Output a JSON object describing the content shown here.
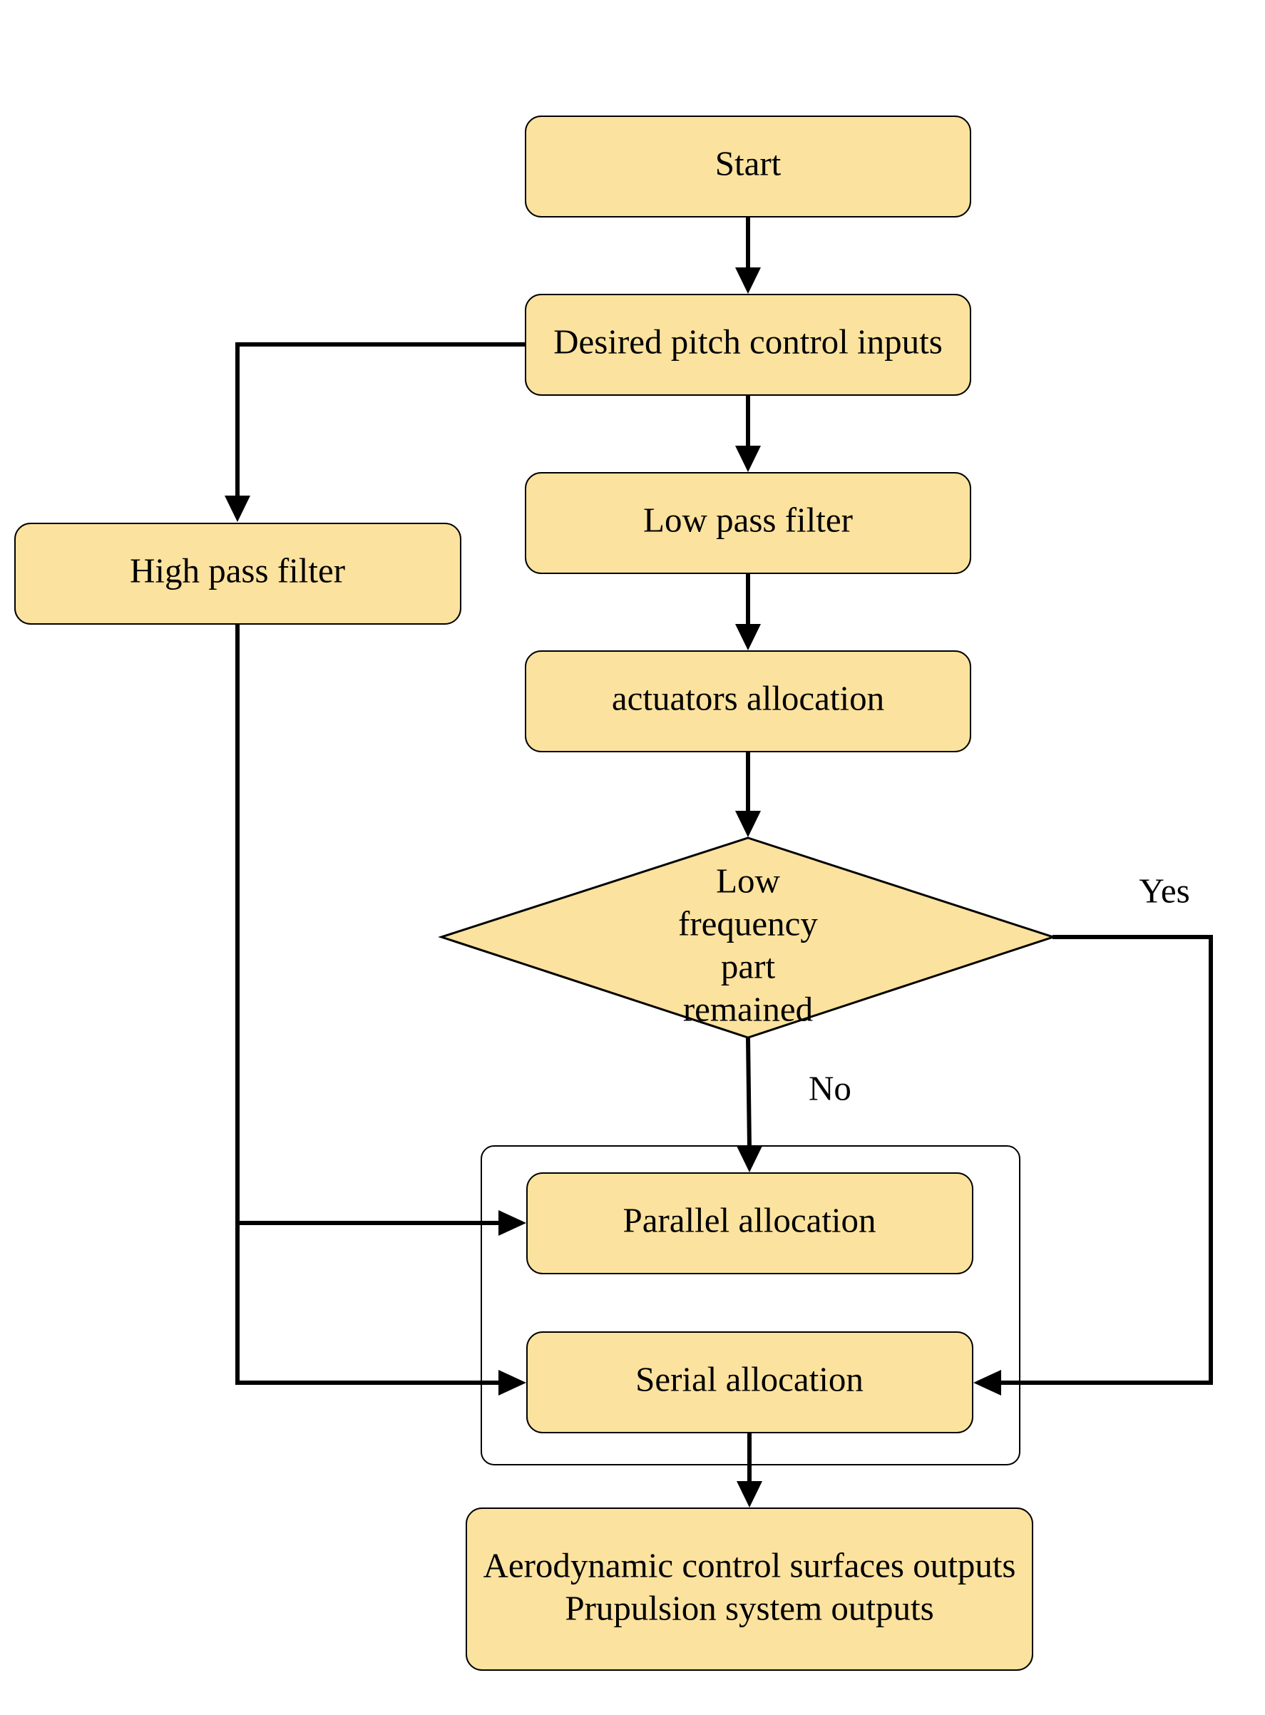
{
  "colors": {
    "node_fill": "#fbe29e",
    "line": "#000000",
    "background": "#ffffff"
  },
  "nodes": {
    "start": "Start",
    "desired_inputs": "Desired pitch control inputs",
    "low_pass": "Low pass filter",
    "high_pass": "High pass filter",
    "actuators": "actuators allocation",
    "decision": [
      "Low",
      "frequency",
      "part",
      "remained"
    ],
    "parallel": "Parallel allocation",
    "serial": "Serial allocation",
    "outputs": [
      "Aerodynamic control surfaces outputs",
      "Prupulsion system outputs"
    ]
  },
  "edge_labels": {
    "yes": "Yes",
    "no": "No"
  }
}
